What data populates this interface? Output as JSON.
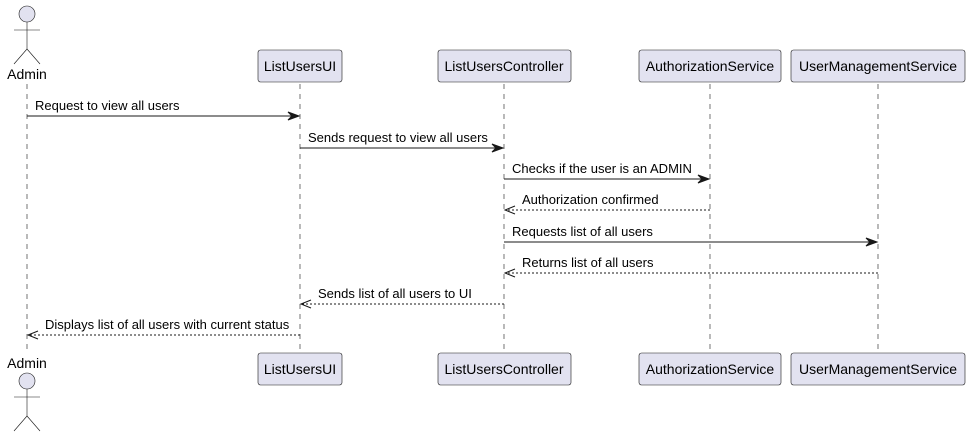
{
  "colors": {
    "participant_fill": "#E2E2F0",
    "line": "#181818",
    "background": "#FFFFFF"
  },
  "participants": [
    {
      "id": "admin",
      "label": "Admin",
      "kind": "actor"
    },
    {
      "id": "ui",
      "label": "ListUsersUI",
      "kind": "participant"
    },
    {
      "id": "ctrl",
      "label": "ListUsersController",
      "kind": "participant"
    },
    {
      "id": "auth",
      "label": "AuthorizationService",
      "kind": "participant"
    },
    {
      "id": "ums",
      "label": "UserManagementService",
      "kind": "participant"
    }
  ],
  "messages": [
    {
      "from": "admin",
      "to": "ui",
      "label": "Request to view all users",
      "type": "call"
    },
    {
      "from": "ui",
      "to": "ctrl",
      "label": "Sends request to view all users",
      "type": "call"
    },
    {
      "from": "ctrl",
      "to": "auth",
      "label": "Checks if the user is an ADMIN",
      "type": "call"
    },
    {
      "from": "auth",
      "to": "ctrl",
      "label": "Authorization confirmed",
      "type": "reply"
    },
    {
      "from": "ctrl",
      "to": "ums",
      "label": "Requests list of all users",
      "type": "call"
    },
    {
      "from": "ums",
      "to": "ctrl",
      "label": "Returns list of all users",
      "type": "reply"
    },
    {
      "from": "ctrl",
      "to": "ui",
      "label": "Sends list of all users to UI",
      "type": "reply"
    },
    {
      "from": "ui",
      "to": "admin",
      "label": "Displays list of all users with current status",
      "type": "reply"
    }
  ]
}
